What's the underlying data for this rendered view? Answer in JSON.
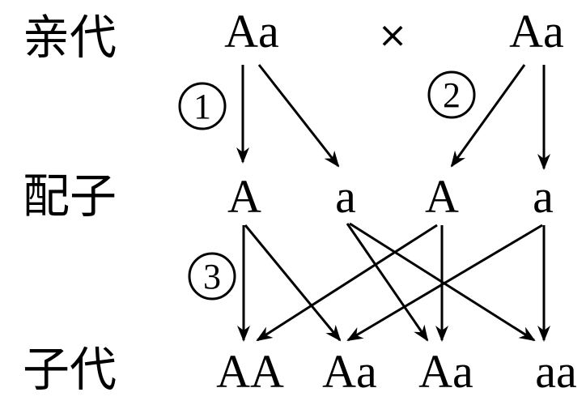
{
  "rows": {
    "parents_label": "亲代",
    "gametes_label": "配子",
    "offspring_label": "子代"
  },
  "parents": [
    "Aa",
    "Aa"
  ],
  "cross_symbol": "×",
  "gametes": [
    "A",
    "a",
    "A",
    "a"
  ],
  "offspring": [
    "AA",
    "Aa",
    "Aa",
    "aa"
  ],
  "steps": [
    "①",
    "②",
    "③"
  ],
  "colors": {
    "ink": "#000000",
    "background": "#ffffff"
  }
}
